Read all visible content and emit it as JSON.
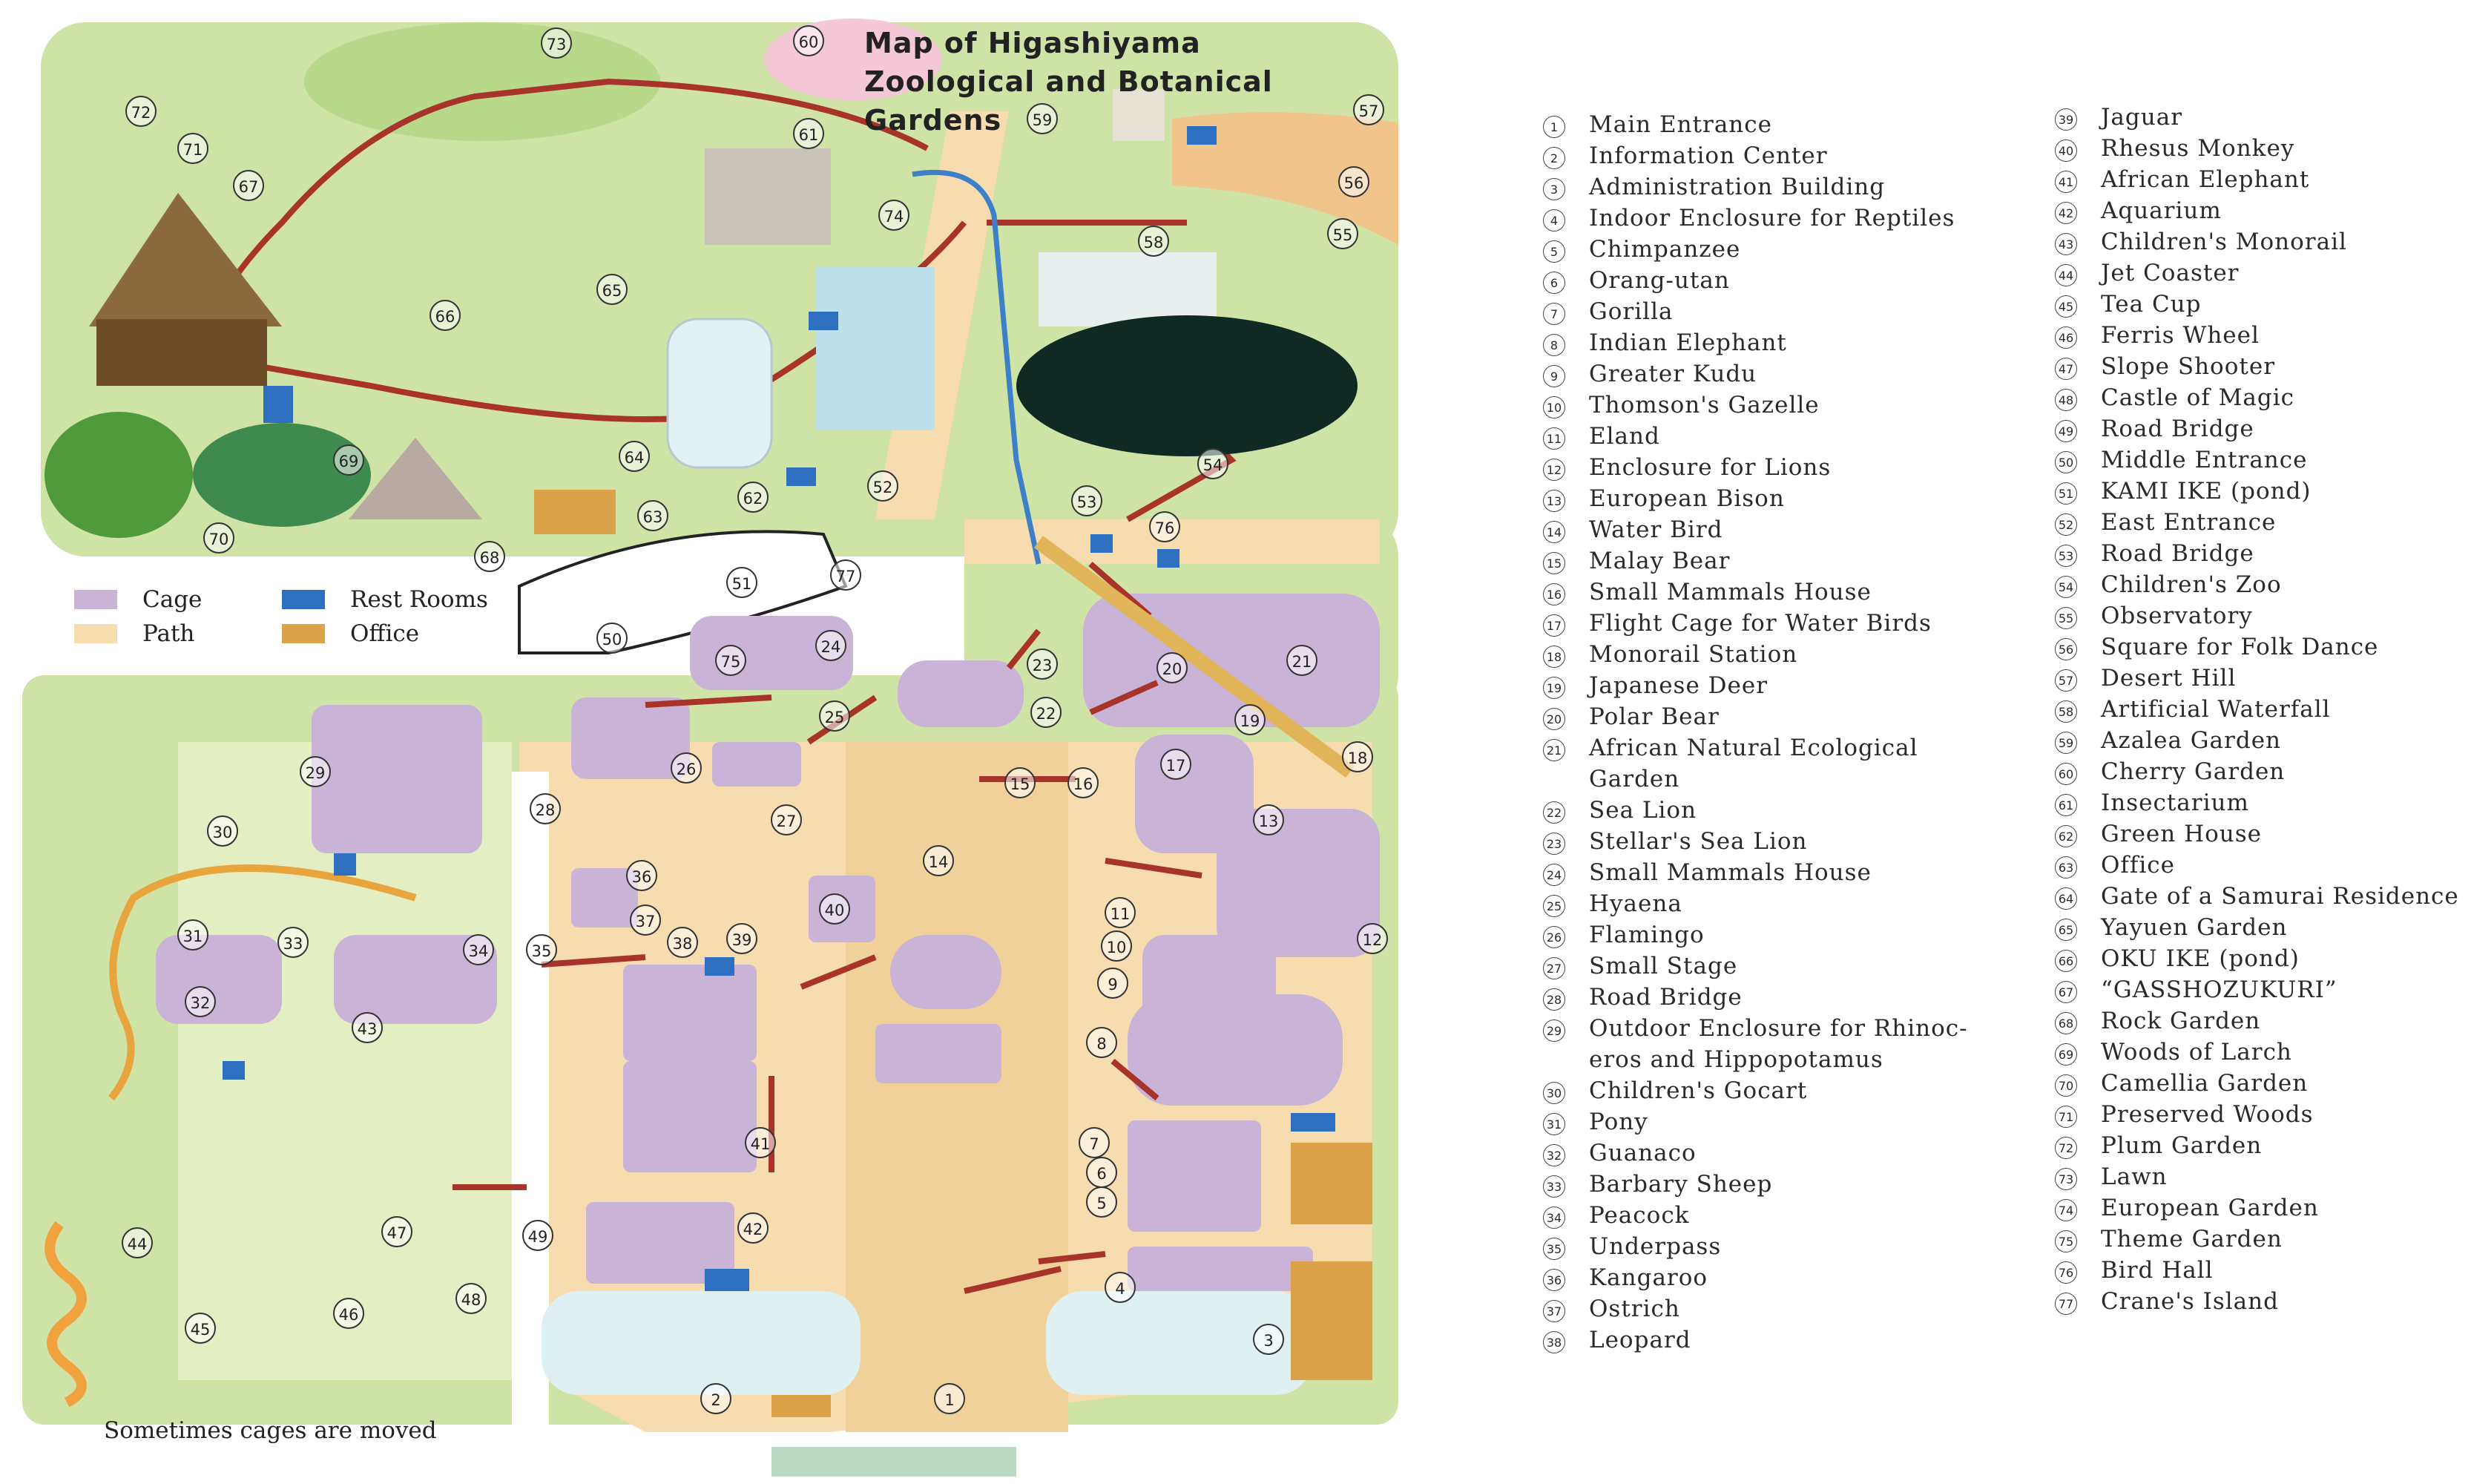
{
  "map": {
    "title": "Map of Higashiyama Zoological and Botanical Gardens",
    "note": "Sometimes cages are moved",
    "colors": {
      "cage": "#c9b3d6",
      "path": "#f6dcae",
      "rest_rooms": "#2f6fc0",
      "office": "#dca24a",
      "grass": "#cfe3a6",
      "route": "#a8332b",
      "monorail": "#3d80c8"
    }
  },
  "legend": [
    {
      "label": "Cage",
      "color": "#c9b3d6"
    },
    {
      "label": "Path",
      "color": "#f6dcae"
    },
    {
      "label": "Rest Rooms",
      "color": "#2f6fc0"
    },
    {
      "label": "Office",
      "color": "#dca24a"
    }
  ],
  "places": [
    {
      "num": "1",
      "name": "Main Entrance"
    },
    {
      "num": "2",
      "name": "Information Center"
    },
    {
      "num": "3",
      "name": "Administration Building"
    },
    {
      "num": "4",
      "name": "Indoor Enclosure for Reptiles"
    },
    {
      "num": "5",
      "name": "Chimpanzee"
    },
    {
      "num": "6",
      "name": "Orang-utan"
    },
    {
      "num": "7",
      "name": "Gorilla"
    },
    {
      "num": "8",
      "name": "Indian Elephant"
    },
    {
      "num": "9",
      "name": "Greater Kudu"
    },
    {
      "num": "10",
      "name": "Thomson's Gazelle"
    },
    {
      "num": "11",
      "name": "Eland"
    },
    {
      "num": "12",
      "name": "Enclosure for Lions"
    },
    {
      "num": "13",
      "name": "European Bison"
    },
    {
      "num": "14",
      "name": "Water Bird"
    },
    {
      "num": "15",
      "name": "Malay Bear"
    },
    {
      "num": "16",
      "name": "Small Mammals House"
    },
    {
      "num": "17",
      "name": "Flight Cage for Water Birds"
    },
    {
      "num": "18",
      "name": "Monorail Station"
    },
    {
      "num": "19",
      "name": "Japanese Deer"
    },
    {
      "num": "20",
      "name": "Polar Bear"
    },
    {
      "num": "21",
      "name": "African Natural Ecological",
      "name2": "Garden"
    },
    {
      "num": "22",
      "name": "Sea Lion"
    },
    {
      "num": "23",
      "name": "Stellar's Sea Lion"
    },
    {
      "num": "24",
      "name": "Small Mammals House"
    },
    {
      "num": "25",
      "name": "Hyaena"
    },
    {
      "num": "26",
      "name": "Flamingo"
    },
    {
      "num": "27",
      "name": "Small Stage"
    },
    {
      "num": "28",
      "name": "Road Bridge"
    },
    {
      "num": "29",
      "name": "Outdoor Enclosure for Rhinoc-",
      "name2": "eros and Hippopotamus"
    },
    {
      "num": "30",
      "name": "Children's Gocart"
    },
    {
      "num": "31",
      "name": "Pony"
    },
    {
      "num": "32",
      "name": "Guanaco"
    },
    {
      "num": "33",
      "name": "Barbary Sheep"
    },
    {
      "num": "34",
      "name": "Peacock"
    },
    {
      "num": "35",
      "name": "Underpass"
    },
    {
      "num": "36",
      "name": "Kangaroo"
    },
    {
      "num": "37",
      "name": "Ostrich"
    },
    {
      "num": "38",
      "name": "Leopard"
    },
    {
      "num": "39",
      "name": "Jaguar"
    },
    {
      "num": "40",
      "name": "Rhesus Monkey"
    },
    {
      "num": "41",
      "name": "African Elephant"
    },
    {
      "num": "42",
      "name": "Aquarium"
    },
    {
      "num": "43",
      "name": "Children's Monorail"
    },
    {
      "num": "44",
      "name": "Jet Coaster"
    },
    {
      "num": "45",
      "name": "Tea Cup"
    },
    {
      "num": "46",
      "name": "Ferris Wheel"
    },
    {
      "num": "47",
      "name": "Slope Shooter"
    },
    {
      "num": "48",
      "name": "Castle of Magic"
    },
    {
      "num": "49",
      "name": "Road Bridge"
    },
    {
      "num": "50",
      "name": "Middle Entrance"
    },
    {
      "num": "51",
      "name": "KAMI IKE (pond)"
    },
    {
      "num": "52",
      "name": "East Entrance"
    },
    {
      "num": "53",
      "name": "Road Bridge"
    },
    {
      "num": "54",
      "name": "Children's Zoo"
    },
    {
      "num": "55",
      "name": "Observatory"
    },
    {
      "num": "56",
      "name": "Square for Folk Dance"
    },
    {
      "num": "57",
      "name": "Desert Hill"
    },
    {
      "num": "58",
      "name": "Artificial Waterfall"
    },
    {
      "num": "59",
      "name": "Azalea Garden"
    },
    {
      "num": "60",
      "name": "Cherry Garden"
    },
    {
      "num": "61",
      "name": "Insectarium"
    },
    {
      "num": "62",
      "name": "Green House"
    },
    {
      "num": "63",
      "name": "Office"
    },
    {
      "num": "64",
      "name": "Gate of a Samurai Residence"
    },
    {
      "num": "65",
      "name": "Yayuen Garden"
    },
    {
      "num": "66",
      "name": "OKU IKE (pond)"
    },
    {
      "num": "67",
      "name": "“GASSHOZUKURI”"
    },
    {
      "num": "68",
      "name": "Rock Garden"
    },
    {
      "num": "69",
      "name": "Woods of Larch"
    },
    {
      "num": "70",
      "name": "Camellia Garden"
    },
    {
      "num": "71",
      "name": "Preserved Woods"
    },
    {
      "num": "72",
      "name": "Plum Garden"
    },
    {
      "num": "73",
      "name": "Lawn"
    },
    {
      "num": "74",
      "name": "European Garden"
    },
    {
      "num": "75",
      "name": "Theme Garden"
    },
    {
      "num": "76",
      "name": "Bird Hall"
    },
    {
      "num": "77",
      "name": "Crane's Island"
    }
  ]
}
